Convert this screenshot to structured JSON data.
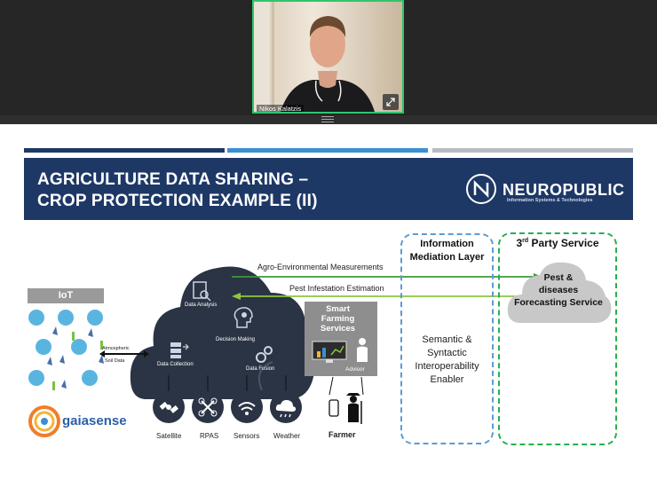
{
  "participant": {
    "name": "Nikos Kalatzis"
  },
  "slide": {
    "title_line1": "AGRICULTURE DATA SHARING –",
    "title_line2": "CROP PROTECTION EXAMPLE (II)",
    "brand": "NEUROPUBLIC",
    "brand_sub": "Information Systems & Technologies",
    "iot": "IoT",
    "atmospheric": "Atmospheric",
    "soil": "Soil Data",
    "data_analysis": "Data Analysis",
    "decision_making": "Decision Making",
    "data_collection": "Data Collection",
    "data_fusion": "Data Fusion",
    "agro_env": "Agro-Environmental Measurements",
    "pest_infest": "Pest Infestation Estimation",
    "smart1": "Smart",
    "smart2": "Farming",
    "smart3": "Services",
    "advisor": "Advisor",
    "farmer": "Farmer",
    "info_med1": "Information",
    "info_med2": "Mediation Layer",
    "semantic1": "Semantic &",
    "semantic2": "Syntactic",
    "semantic3": "Interoperability",
    "semantic4": "Enabler",
    "third_party_prefix": "3",
    "third_party_sup": "rd",
    "third_party_rest": " Party Service",
    "pest1": "Pest &",
    "pest2": "diseases",
    "pest3": "Forecasting  Service",
    "satellite": "Satellite",
    "rpas": "RPAS",
    "sensors": "Sensors",
    "weather": "Weather",
    "gaiasense": "gaiasense"
  },
  "colors": {
    "navy": "#1e3866",
    "rule_blue": "#3b8fd4",
    "rule_gray": "#b8bcc2",
    "cloud": "#2b3445",
    "arrow_green": "#3a9a3a",
    "arrow_light": "#8dc63f",
    "dash_blue": "#5b9bd5",
    "dash_green": "#22b14c",
    "tile_border": "#31c56a"
  }
}
